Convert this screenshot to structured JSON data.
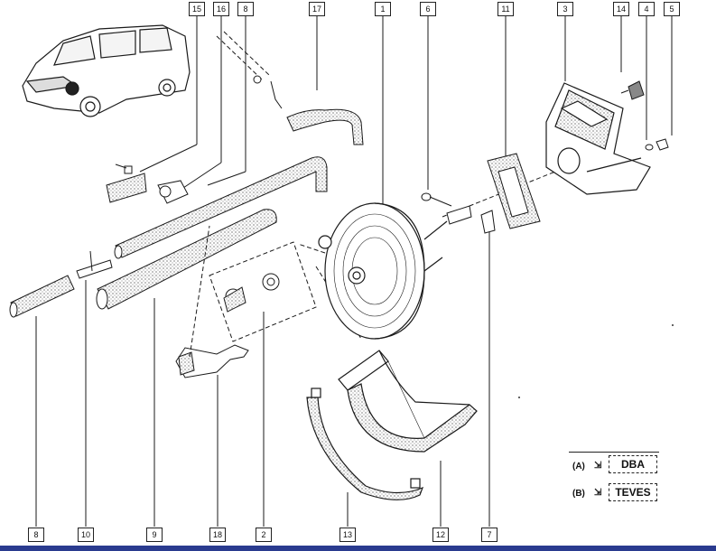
{
  "callouts_top": [
    "15",
    "16",
    "8",
    "17",
    "1",
    "6",
    "11",
    "3",
    "14",
    "4",
    "5"
  ],
  "callouts_bottom": [
    "8",
    "10",
    "9",
    "18",
    "2",
    "13",
    "12",
    "7"
  ],
  "variants": [
    {
      "key": "(A)",
      "arrow": "⇲",
      "label": "DBA"
    },
    {
      "key": "(B)",
      "arrow": "⇲",
      "label": "TEVES"
    }
  ],
  "colors": {
    "line": "#1a1a1a",
    "bar": "#2a3b8f"
  }
}
